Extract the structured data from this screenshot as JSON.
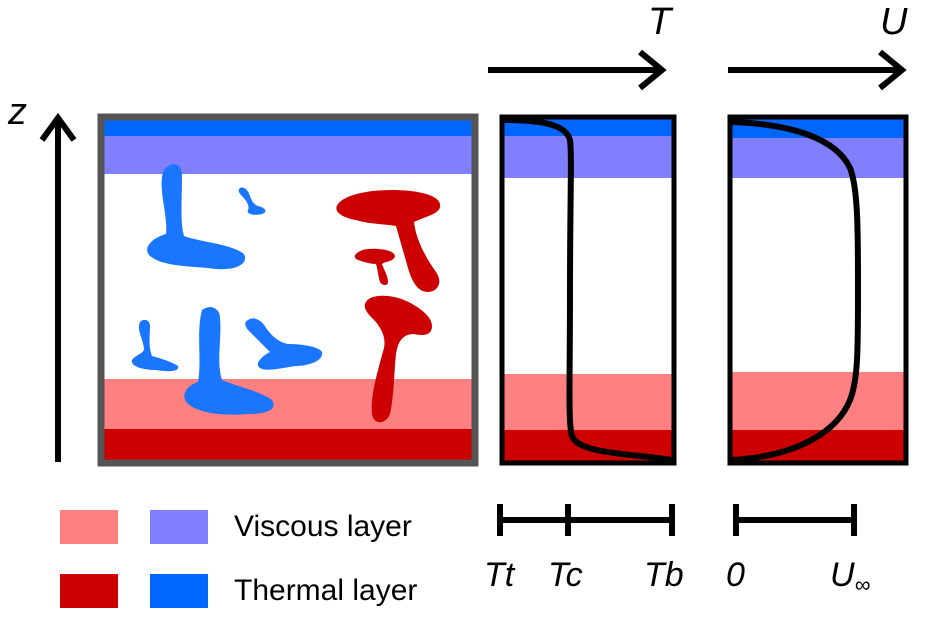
{
  "colors": {
    "viscous_red": "#ff8080",
    "thermal_red": "#cc0000",
    "viscous_blue": "#8080ff",
    "thermal_blue": "#0066ff",
    "plume_blue": "#1a75ff",
    "plume_red": "#cc0000",
    "frame": "#555555"
  },
  "axes": {
    "vertical": "z",
    "temperature": "T",
    "velocity": "U"
  },
  "temperature_scale": {
    "top": "Tt",
    "center": "Tc",
    "bottom": "Tb"
  },
  "velocity_scale": {
    "zero": "0",
    "free_stream": "U",
    "free_stream_sub": "∞"
  },
  "legend": [
    {
      "label": "Viscous layer"
    },
    {
      "label": "Thermal layer"
    }
  ]
}
